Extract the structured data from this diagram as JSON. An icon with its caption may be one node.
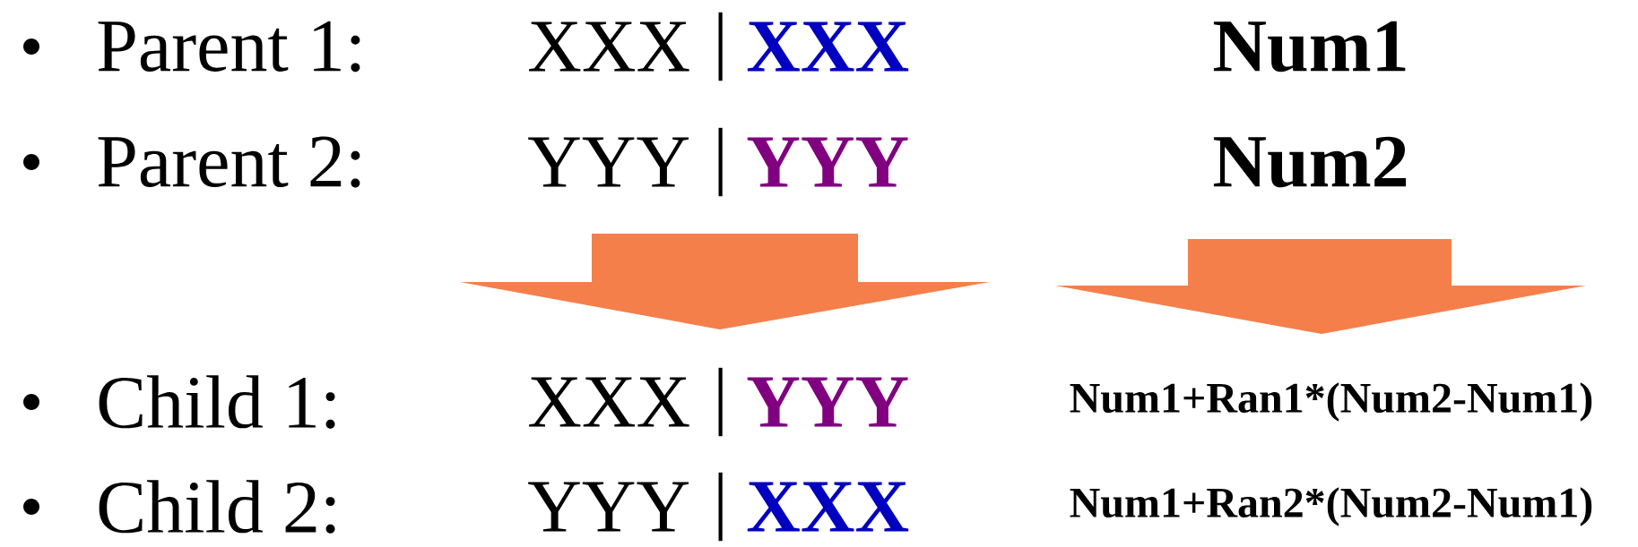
{
  "diagram": {
    "labels": [
      "Parent 1:",
      "XXX",
      "|",
      "XXX",
      "Num1",
      "Parent 2:",
      "YYY",
      "|",
      "YYY",
      "Num2",
      "Child 1:",
      "XXX",
      "|",
      "YYY",
      "Num1+Ran1*(Num2-Num1)",
      "Child 2:",
      "YYY",
      "|",
      "XXX",
      "Num1+Ran2*(Num2-Num1)"
    ]
  }
}
